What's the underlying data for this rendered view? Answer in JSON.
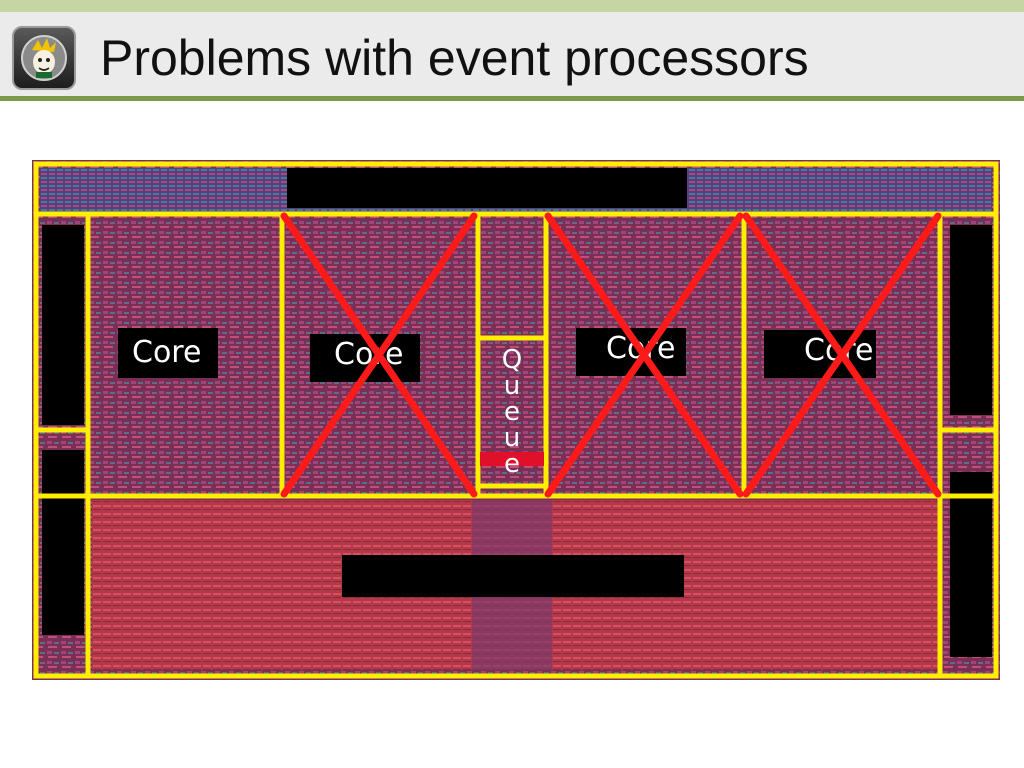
{
  "slide": {
    "title": "Problems with event processors"
  },
  "die": {
    "core_labels": [
      "Core",
      "Core",
      "Core",
      "Core"
    ],
    "queue_letters": [
      "Q",
      "u",
      "e",
      "u",
      "e"
    ]
  },
  "colors": {
    "top_stripe": "#c5d6a3",
    "header_bg": "#ebebeb",
    "header_rule": "#7a9a4a",
    "outline": "#ffee00",
    "cross": "#ff1a1a",
    "die_base": "#7a2f56"
  },
  "icons": {
    "logo": "mascot-logo-icon",
    "cross": "x-cross-icon"
  }
}
